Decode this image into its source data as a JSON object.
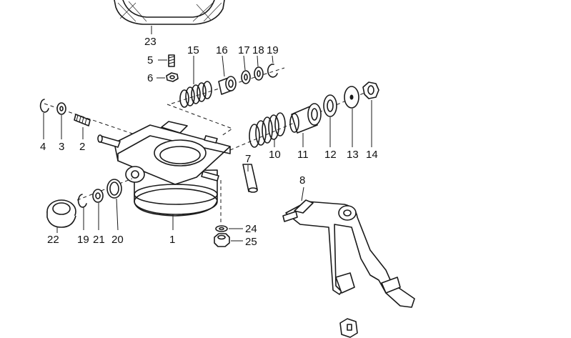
{
  "callouts": [
    {
      "id": "c23",
      "text": "23"
    },
    {
      "id": "c5",
      "text": "5"
    },
    {
      "id": "c6",
      "text": "6"
    },
    {
      "id": "c15",
      "text": "15"
    },
    {
      "id": "c16",
      "text": "16"
    },
    {
      "id": "c17",
      "text": "17"
    },
    {
      "id": "c18",
      "text": "18"
    },
    {
      "id": "c19a",
      "text": "19"
    },
    {
      "id": "c4",
      "text": "4"
    },
    {
      "id": "c3",
      "text": "3"
    },
    {
      "id": "c2",
      "text": "2"
    },
    {
      "id": "c10",
      "text": "10"
    },
    {
      "id": "c11",
      "text": "11"
    },
    {
      "id": "c12",
      "text": "12"
    },
    {
      "id": "c13",
      "text": "13"
    },
    {
      "id": "c14",
      "text": "14"
    },
    {
      "id": "c7",
      "text": "7"
    },
    {
      "id": "c8",
      "text": "8"
    },
    {
      "id": "c24",
      "text": "24"
    },
    {
      "id": "c25",
      "text": "25"
    },
    {
      "id": "c22",
      "text": "22"
    },
    {
      "id": "c19b",
      "text": "19"
    },
    {
      "id": "c21",
      "text": "21"
    },
    {
      "id": "c20",
      "text": "20"
    },
    {
      "id": "c1",
      "text": "1"
    }
  ]
}
